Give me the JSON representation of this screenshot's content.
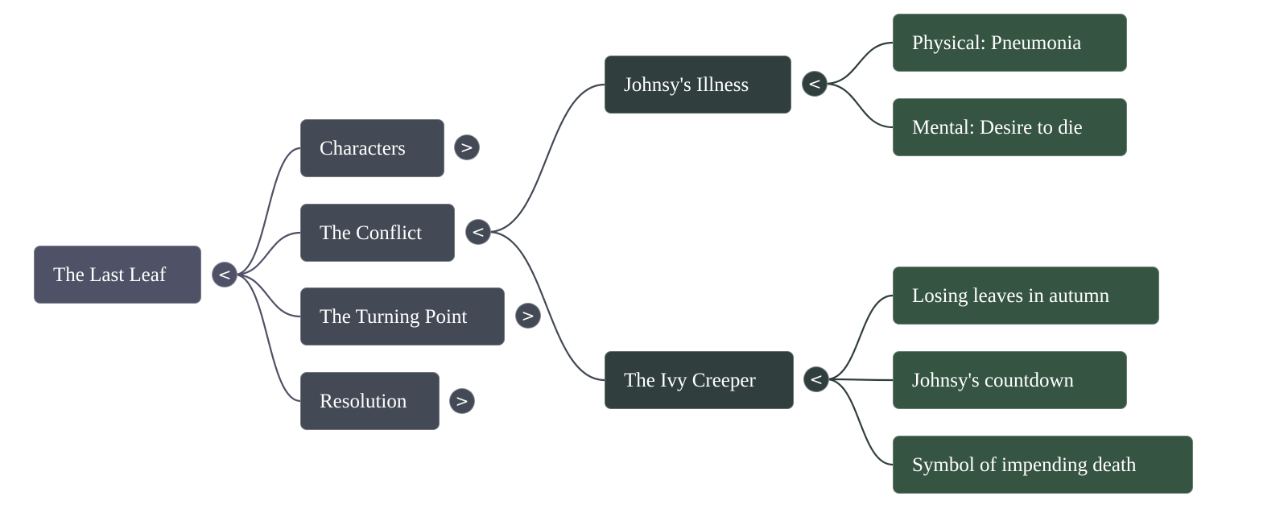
{
  "mindmap": {
    "title": "The Last Leaf",
    "colors": {
      "root": "#4f5166",
      "level1": "#434a55",
      "level2": "#303f3d",
      "level3": "#365442",
      "link_root": "#4f5166",
      "link_level1": "#434a55",
      "link_level2": "#303f3d"
    },
    "root": {
      "label": "The Last Leaf",
      "toggle": "<",
      "expanded": true,
      "children": [
        {
          "label": "Characters",
          "toggle": ">",
          "expanded": false
        },
        {
          "label": "The Conflict",
          "toggle": "<",
          "expanded": true,
          "children": [
            {
              "label": "Johnsy's Illness",
              "toggle": "<",
              "expanded": true,
              "children": [
                {
                  "label": "Physical: Pneumonia"
                },
                {
                  "label": "Mental: Desire to die"
                }
              ]
            },
            {
              "label": "The Ivy Creeper",
              "toggle": "<",
              "expanded": true,
              "children": [
                {
                  "label": "Losing leaves in autumn"
                },
                {
                  "label": "Johnsy's countdown"
                },
                {
                  "label": "Symbol of impending death"
                }
              ]
            }
          ]
        },
        {
          "label": "The Turning Point",
          "toggle": ">",
          "expanded": false
        },
        {
          "label": "Resolution",
          "toggle": ">",
          "expanded": false
        }
      ]
    }
  }
}
